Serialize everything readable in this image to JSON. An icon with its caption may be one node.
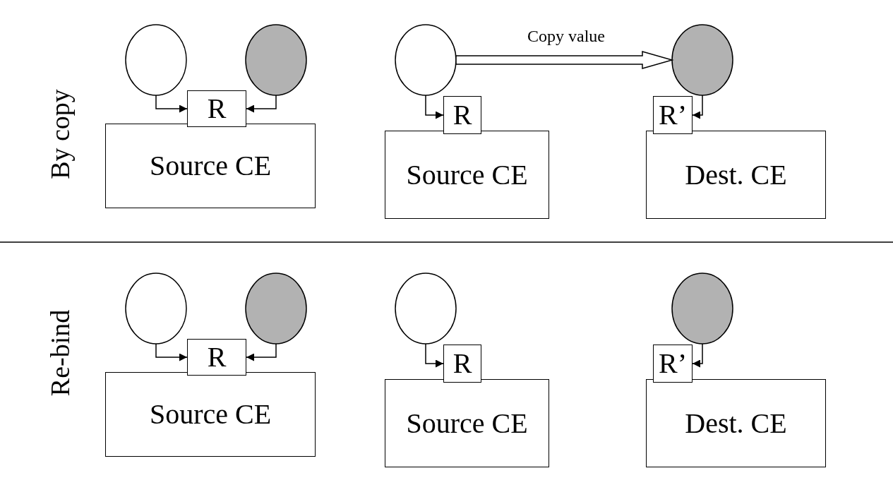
{
  "diagram": {
    "nodes": [
      {
        "text": [],
        "shape": "circle"
      },
      {
        "text": [],
        "shape": "circle"
      },
      {
        "text": [
          "R"
        ]
      },
      {
        "text": [
          "Source CE"
        ]
      },
      {
        "text": [],
        "shape": "circle"
      },
      {
        "text": [
          "R"
        ]
      },
      {
        "text": [
          "Source CE"
        ]
      },
      {
        "text": [],
        "shape": "circle"
      },
      {
        "text": [
          "R’"
        ]
      },
      {
        "text": [
          "Dest. CE"
        ]
      },
      {
        "text": [],
        "shape": "circle"
      },
      {
        "text": [],
        "shape": "circle"
      },
      {
        "text": [
          "R"
        ]
      },
      {
        "text": [
          "Source CE"
        ]
      },
      {
        "text": [],
        "shape": "circle"
      },
      {
        "text": [
          "R"
        ]
      },
      {
        "text": [
          "Source CE"
        ]
      },
      {
        "text": [],
        "shape": "circle"
      },
      {
        "text": [
          "R’"
        ]
      },
      {
        "text": [
          "Dest. CE"
        ]
      }
    ],
    "edges": [
      {
        "from": 0,
        "to": 2,
        "arrow": "to"
      },
      {
        "from": 1,
        "to": 2,
        "arrow": "to"
      },
      {
        "from": 4,
        "to": 5,
        "arrow": "to"
      },
      {
        "from": 4,
        "to": 7,
        "arrow": "to",
        "label": "Copy value",
        "style": "thick"
      },
      {
        "from": 7,
        "to": 8,
        "arrow": "to"
      },
      {
        "from": 10,
        "to": 12,
        "arrow": "to"
      },
      {
        "from": 11,
        "to": 12,
        "arrow": "to"
      },
      {
        "from": 14,
        "to": 15,
        "arrow": "to"
      },
      {
        "from": 17,
        "to": 18,
        "arrow": "to"
      }
    ],
    "labels": [
      "By copy",
      "Re-bind"
    ]
  }
}
